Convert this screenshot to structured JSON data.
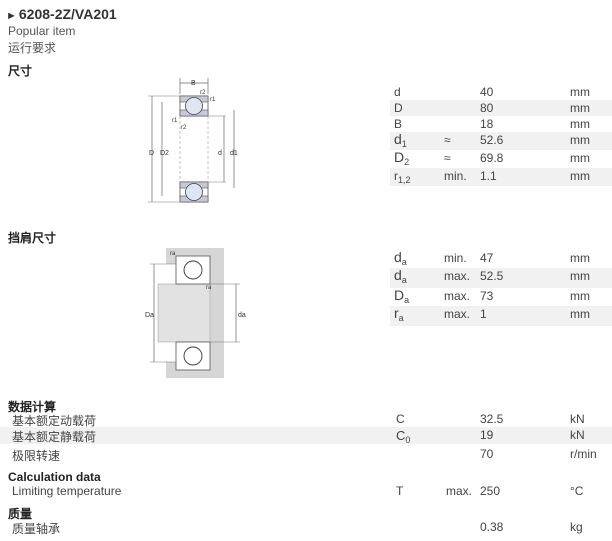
{
  "product": {
    "title": "6208-2Z/VA201",
    "subtitle": "Popular item",
    "note": "运行要求"
  },
  "dimensions": {
    "heading": "尺寸",
    "drawing_labels": {
      "B": "B",
      "r1": "r1",
      "r2": "r2",
      "D": "D",
      "D2": "D2",
      "d": "d",
      "d1": "d1"
    },
    "rows": [
      {
        "sym": "d",
        "sub": "",
        "qual": "",
        "value": "40",
        "unit": "mm"
      },
      {
        "sym": "D",
        "sub": "",
        "qual": "",
        "value": "80",
        "unit": "mm"
      },
      {
        "sym": "B",
        "sub": "",
        "qual": "",
        "value": "18",
        "unit": "mm"
      },
      {
        "sym": "d",
        "sub": "1",
        "qual": "≈",
        "value": "52.6",
        "unit": "mm"
      },
      {
        "sym": "D",
        "sub": "2",
        "qual": "≈",
        "value": "69.8",
        "unit": "mm"
      },
      {
        "sym": "r",
        "sub": "1,2",
        "qual": "min.",
        "value": "1.1",
        "unit": "mm"
      }
    ]
  },
  "abutment": {
    "heading": "挡肩尺寸",
    "drawing_labels": {
      "ra_top": "ra",
      "ra_inner": "ra",
      "Da": "Da",
      "da": "da"
    },
    "rows": [
      {
        "sym": "d",
        "sub": "a",
        "qual": "min.",
        "value": "47",
        "unit": "mm"
      },
      {
        "sym": "d",
        "sub": "a",
        "qual": "max.",
        "value": "52.5",
        "unit": "mm"
      },
      {
        "sym": "D",
        "sub": "a",
        "qual": "max.",
        "value": "73",
        "unit": "mm"
      },
      {
        "sym": "r",
        "sub": "a",
        "qual": "max.",
        "value": "1",
        "unit": "mm"
      }
    ]
  },
  "calculation": {
    "heading": "数据计算",
    "rows": [
      {
        "label": "基本额定动载荷",
        "sym": "C",
        "sub": "",
        "qual": "",
        "value": "32.5",
        "unit": "kN"
      },
      {
        "label": "基本额定静载荷",
        "sym": "C",
        "sub": "0",
        "qual": "",
        "value": "19",
        "unit": "kN"
      },
      {
        "label": "极限转速",
        "sym": "",
        "sub": "",
        "qual": "",
        "value": "70",
        "unit": "r/min"
      }
    ]
  },
  "calc_en": {
    "heading": "Calculation data",
    "rows": [
      {
        "label": "Limiting temperature",
        "sym": "T",
        "sub": "",
        "qual": "max.",
        "value": "250",
        "unit": "°C"
      }
    ]
  },
  "mass": {
    "heading": "质量",
    "rows": [
      {
        "label": "质量轴承",
        "sym": "",
        "sub": "",
        "qual": "",
        "value": "0.38",
        "unit": "kg"
      }
    ]
  }
}
